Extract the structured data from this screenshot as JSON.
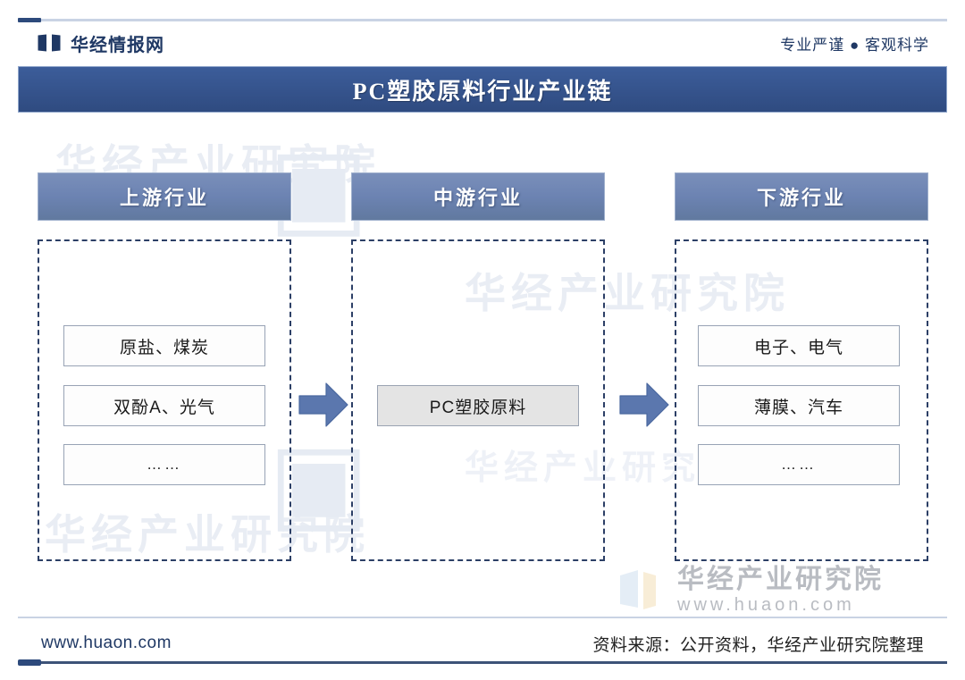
{
  "header": {
    "brand_name": "华经情报网",
    "brand_logo_icon": "open-book-icon",
    "tagline": "专业严谨 ● 客观科学"
  },
  "title": {
    "text": "PC塑胶原料行业产业链"
  },
  "columns": [
    {
      "key": "upstream",
      "header": "上游行业",
      "nodes": [
        "原盐、煤炭",
        "双酚A、光气",
        "……"
      ]
    },
    {
      "key": "midstream",
      "header": "中游行业",
      "nodes": [
        "PC塑胶原料"
      ]
    },
    {
      "key": "downstream",
      "header": "下游行业",
      "nodes": [
        "电子、电气",
        "薄膜、汽车",
        "……"
      ]
    }
  ],
  "arrows": [
    {
      "name": "arrow-upstream-to-midstream",
      "direction": "right"
    },
    {
      "name": "arrow-midstream-to-downstream",
      "direction": "right"
    }
  ],
  "watermark": {
    "title": "华经产业研究院",
    "url": "www.huaon.com",
    "background_text": "华经产业研究院"
  },
  "footer": {
    "url": "www.huaon.com",
    "source": "资料来源：公开资料，华经产业研究院整理"
  },
  "colors": {
    "title_banner": "#35538c",
    "column_header": "#6c83b2",
    "arrow": "#5b77ae",
    "dashed_border": "#2c3f66",
    "brand_text": "#1f3864",
    "midstream_node_fill": "#e4e4e4"
  }
}
